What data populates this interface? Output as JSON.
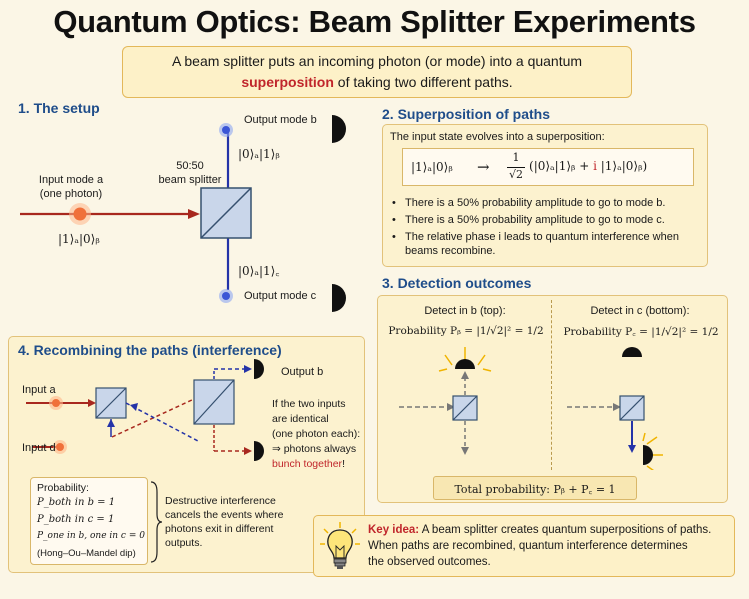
{
  "title": "Quantum Optics: Beam Splitter Experiments",
  "intro": {
    "line1": "A beam splitter puts an incoming photon (or mode) into a quantum",
    "highlight": "superposition",
    "line2_rest": " of taking two different paths."
  },
  "setup": {
    "heading": "1. The setup",
    "input_label": "Input mode a",
    "input_sub": "(one photon)",
    "input_state": "|1⟩ₐ|0⟩ᵦ",
    "splitter_label_1": "50:50",
    "splitter_label_2": "beam splitter",
    "output_b_label": "Output mode b",
    "output_b_state": "|0⟩ₐ|1⟩ᵦ",
    "output_c_label": "Output mode c",
    "output_c_state": "|0⟩ₐ|1⟩꜀"
  },
  "superposition": {
    "heading": "2. Superposition of paths",
    "intro": "The input state evolves into a superposition:",
    "eq_lhs": "|1⟩ₐ|0⟩ᵦ",
    "eq_arrow": "→",
    "eq_frac_num": "1",
    "eq_frac_den": "√2",
    "eq_term1": "|0⟩ₐ|1⟩ᵦ + ",
    "eq_i": "i",
    "eq_term2": " |1⟩ₐ|0⟩ᵦ",
    "bullets": [
      "There is a 50% probability amplitude to go to mode b.",
      "There is a 50% probability amplitude to go to mode c.",
      "The relative phase i leads to quantum interference when beams recombine."
    ]
  },
  "detection": {
    "heading": "3. Detection outcomes",
    "left_title": "Detect in b (top):",
    "left_prob": "Probability Pᵦ = |1/√2|² = 1/2",
    "right_title": "Detect in c (bottom):",
    "right_prob": "Probability P꜀ = |1/√2|² = 1/2",
    "total": "Total probability:  Pᵦ + P꜀ = 1"
  },
  "recombining": {
    "heading": "4. Recombining the paths (interference)",
    "input_a": "Input a",
    "input_d": "Input d",
    "output_b": "Output b",
    "note": [
      "If the two inputs",
      "are identical",
      "(one photon each):",
      "⇒ photons always"
    ],
    "note_red": "bunch together",
    "note_end": "!",
    "prob_title": "Probability:",
    "prob_lines": [
      "P_both in b = 1",
      "P_both in c = 1",
      "P_one in b, one in c = 0"
    ],
    "prob_note": "(Hong–Ou–Mandel dip)",
    "destructive": [
      "Destructive interference",
      "cancels the events where",
      "photons exit in different",
      "outputs."
    ]
  },
  "key": {
    "label": "Key idea:",
    "text1": " A beam splitter creates quantum superpositions of paths.",
    "text2": "When paths are recombined, quantum interference determines",
    "text3": "the observed outcomes."
  },
  "colors": {
    "accent_blue": "#1f4d8a",
    "beam_red": "#a8281e",
    "beam_blue": "#2433a8",
    "panel": "#fcf2cf",
    "border": "#e2c27a"
  }
}
